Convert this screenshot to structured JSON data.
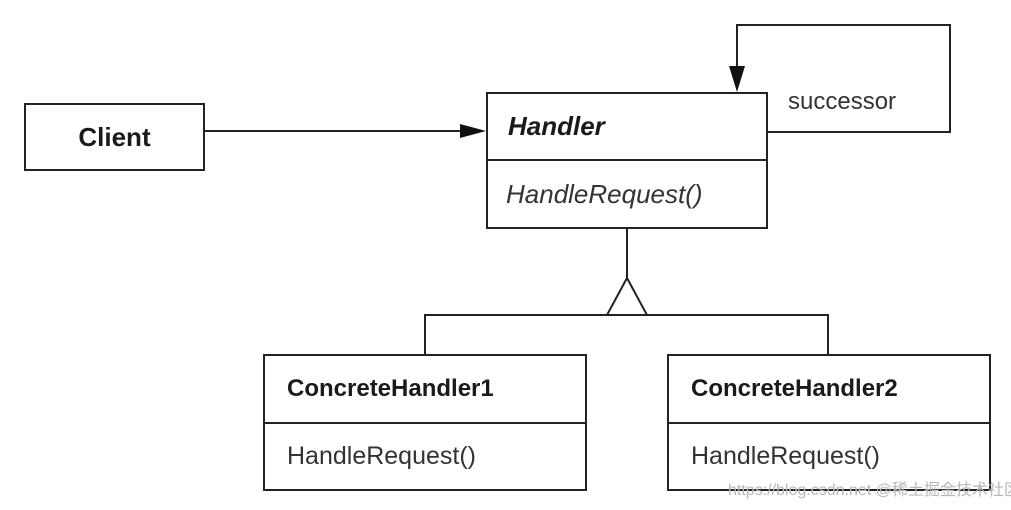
{
  "classes": {
    "client": "Client",
    "handler": {
      "name": "Handler",
      "operation": "HandleRequest()"
    },
    "concrete1": {
      "name": "ConcreteHandler1",
      "operation": "HandleRequest()"
    },
    "concrete2": {
      "name": "ConcreteHandler2",
      "operation": "HandleRequest()"
    }
  },
  "associations": {
    "self_label": "successor"
  },
  "watermark": "https://blog.csdn.net @稀土掘金技术社区"
}
